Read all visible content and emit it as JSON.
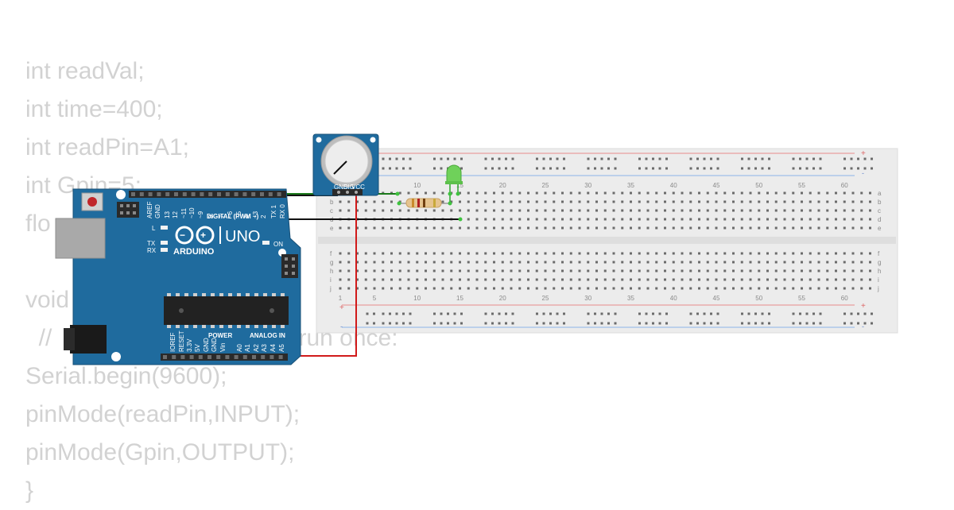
{
  "code_lines": [
    "int readVal;",
    "int time=400;",
    "int readPin=A1;",
    "int Gpin=5;",
    "flo",
    "",
    "void",
    "  //                     e here, to run once:",
    "Serial.begin(9600);",
    "pinMode(readPin,INPUT);",
    "pinMode(Gpin,OUTPUT);",
    "}"
  ],
  "arduino": {
    "model": "UNO",
    "brand": "ARDUINO",
    "digital_label": "DIGITAL (PWM ~)",
    "power_label": "POWER",
    "analog_label": "ANALOG IN",
    "on_label": "ON",
    "led_labels": [
      "L",
      "TX",
      "RX"
    ],
    "top_pins": [
      "AREF",
      "GND",
      "13",
      "12",
      "~11",
      "~10",
      "~9",
      "8",
      "7",
      "~6",
      "~5",
      "4",
      "~3",
      "2",
      "TX 1",
      "RX 0"
    ],
    "bottom_pins": [
      "IOREF",
      "RESET",
      "3.3V",
      "5V",
      "GND",
      "GND",
      "Vin",
      "A0",
      "A1",
      "A2",
      "A3",
      "A4",
      "A5"
    ]
  },
  "potentiometer": {
    "pin_labels": [
      "GND",
      "SIG",
      "VCC"
    ]
  },
  "breadboard": {
    "column_numbers": [
      "1",
      "5",
      "10",
      "15",
      "20",
      "25",
      "30",
      "35",
      "40",
      "45",
      "50",
      "55",
      "60"
    ],
    "top_rows": [
      "a",
      "b",
      "c",
      "d",
      "e"
    ],
    "bottom_rows": [
      "f",
      "g",
      "h",
      "i",
      "j"
    ],
    "plus_symbol": "+",
    "minus_symbol": "-"
  },
  "colors": {
    "arduino_blue": "#1f6b9e",
    "wire_green": "#1b7a1b",
    "wire_red": "#d11a1a",
    "wire_black": "#111111",
    "breadboard": "#ececec",
    "led_green": "#6fd15a"
  }
}
